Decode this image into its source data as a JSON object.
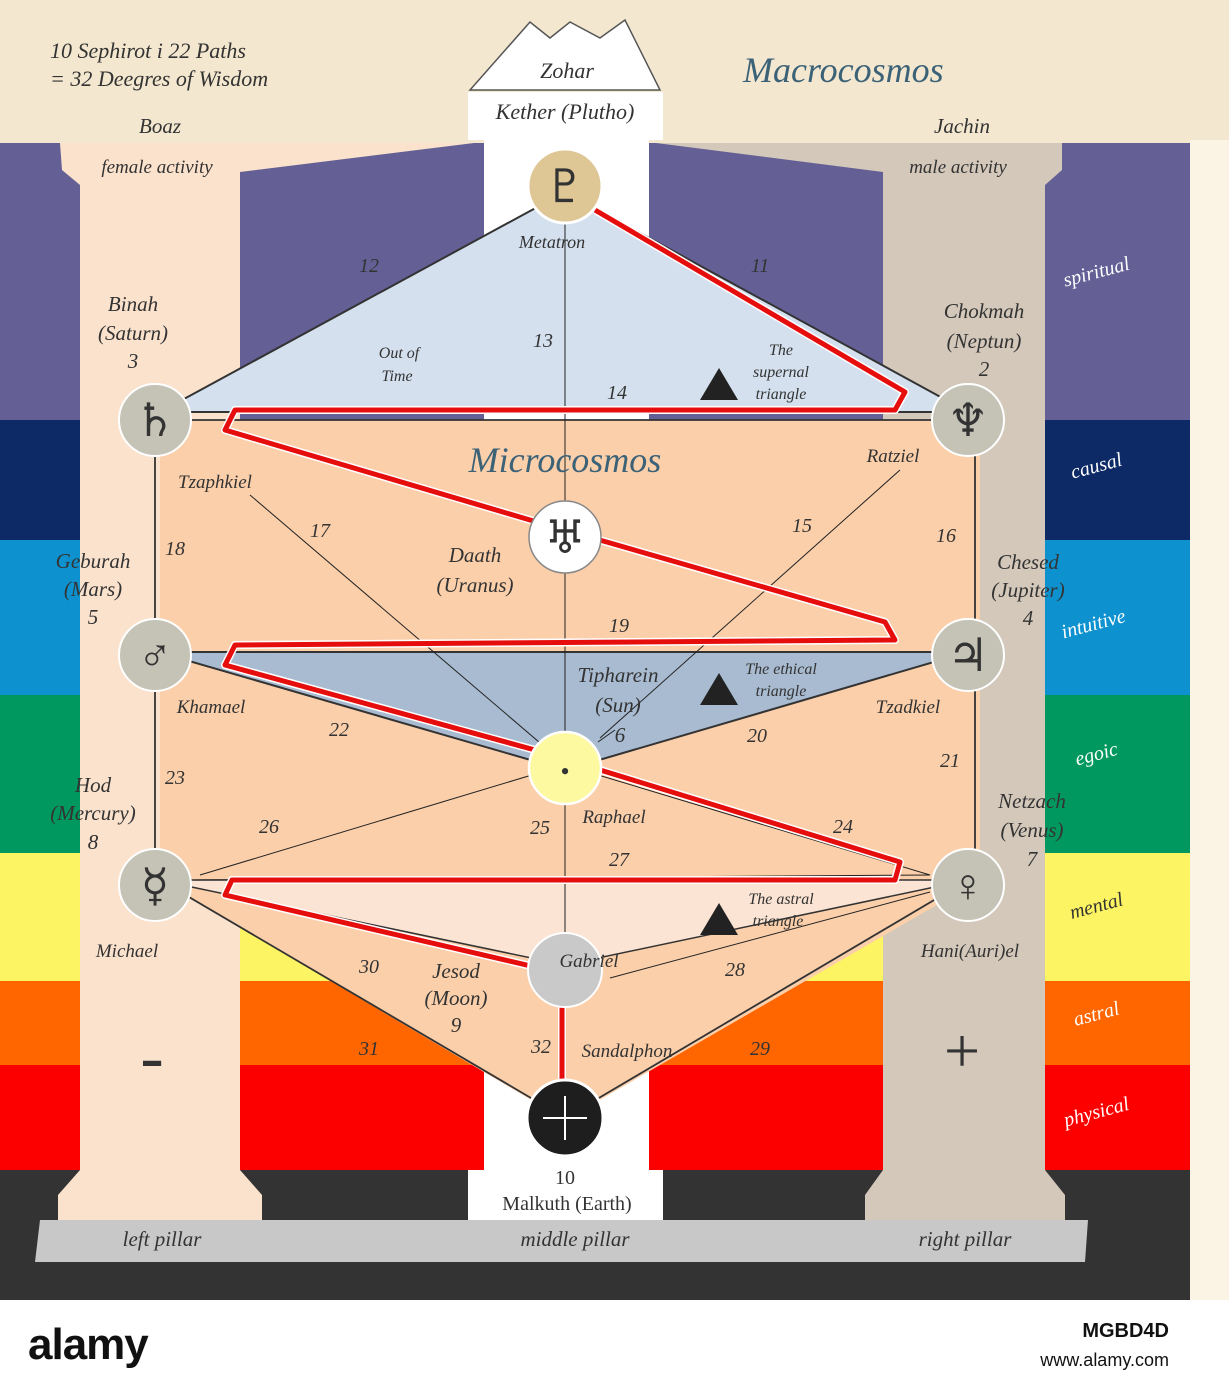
{
  "header": {
    "formula_line1": "10 Sephirot  i 22 Paths",
    "formula_line2": "= 32 Deegres of Wisdom",
    "macrocosmos": "Macrocosmos",
    "microcosmos": "Microcosmos",
    "zohar": "Zohar"
  },
  "pillars": {
    "boaz": "Boaz",
    "jachin": "Jachin",
    "female": "female activity",
    "male": "male activity",
    "minus": "-",
    "plus": "+",
    "left": "left pillar",
    "middle": "middle pillar",
    "right": "right pillar"
  },
  "planes": [
    {
      "label": "spiritual",
      "color": "#646096"
    },
    {
      "label": "causal",
      "color": "#0d2a66"
    },
    {
      "label": "intuitive",
      "color": "#0d92cf"
    },
    {
      "label": "egoic",
      "color": "#00985f"
    },
    {
      "label": "mental",
      "color": "#fcf462"
    },
    {
      "label": "astral",
      "color": "#ff6600"
    },
    {
      "label": "physical",
      "color": "#fc0000"
    }
  ],
  "sephirot": {
    "kether": {
      "name": "Kether (Plutho)",
      "angel": "Metatron",
      "symbol": "♇"
    },
    "chokmah": {
      "name": "Chokmah",
      "planet": "(Neptun)",
      "number": "2",
      "angel": "Ratziel",
      "symbol": "♆"
    },
    "binah": {
      "name": "Binah",
      "planet": "(Saturn)",
      "number": "3",
      "angel": "Tzaphkiel",
      "symbol": "♄"
    },
    "daath": {
      "name": "Daath",
      "planet": "(Uranus)",
      "symbol": "♅"
    },
    "chesed": {
      "name": "Chesed",
      "planet": "(Jupiter)",
      "number": "4",
      "angel": "Tzadkiel",
      "symbol": "♃"
    },
    "geburah": {
      "name": "Geburah",
      "planet": "(Mars)",
      "number": "5",
      "angel": "Khamael",
      "symbol": "♂"
    },
    "tiphareth": {
      "name": "Tipharein",
      "planet": "(Sun)",
      "number": "6",
      "angel": "Raphael",
      "symbol": "•"
    },
    "netzach": {
      "name": "Netzach",
      "planet": "(Venus)",
      "number": "7",
      "angel": "Hani(Auri)el",
      "symbol": "♀"
    },
    "hod": {
      "name": "Hod",
      "planet": "(Mercury)",
      "number": "8",
      "angel": "Michael",
      "symbol": "☿"
    },
    "yesod": {
      "name": "Jesod",
      "planet": "(Moon)",
      "number": "9",
      "angel": "Gabriel"
    },
    "malkuth": {
      "name": "Malkuth (Earth)",
      "number": "10",
      "angel": "Sandalphon",
      "symbol": "+"
    }
  },
  "triangles": {
    "supernal_1": "The",
    "supernal_2": "supernal",
    "supernal_3": "triangle",
    "ethical_1": "The ethical",
    "ethical_2": "triangle",
    "astral_1": "The astral",
    "astral_2": "triangle",
    "outoftime_1": "Out of",
    "outoftime_2": "Time"
  },
  "paths": [
    "11",
    "12",
    "13",
    "14",
    "15",
    "16",
    "17",
    "18",
    "19",
    "20",
    "21",
    "22",
    "23",
    "24",
    "25",
    "26",
    "27",
    "28",
    "29",
    "30",
    "31",
    "32"
  ],
  "watermark": {
    "logo": "alamy",
    "image_id": "MGBD4D",
    "url": "www.alamy.com"
  }
}
